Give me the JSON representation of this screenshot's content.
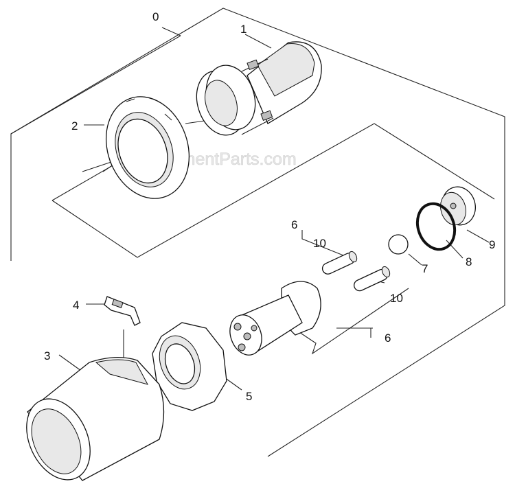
{
  "watermark": "eReplacementParts.com",
  "callouts": {
    "c0": "0",
    "c1": "1",
    "c2": "2",
    "c3": "3",
    "c4": "4",
    "c5": "5",
    "c6_top": "6",
    "c6_bottom": "6",
    "c7": "7",
    "c8": "8",
    "c9": "9",
    "c10_top": "10",
    "c10_bottom": "10"
  }
}
